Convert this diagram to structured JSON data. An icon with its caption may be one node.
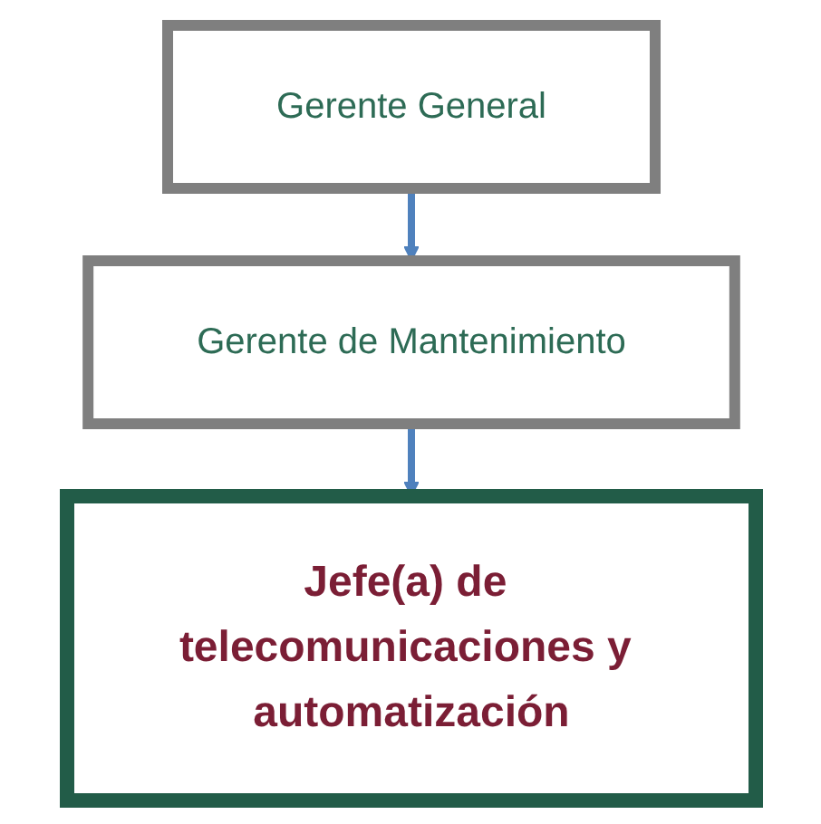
{
  "diagram": {
    "nodes": [
      {
        "text": [
          "Gerente General"
        ]
      },
      {
        "text": [
          "Gerente de Mantenimiento"
        ]
      },
      {
        "text": [
          "Jefe(a) de telecomunicaciones y automatización"
        ]
      }
    ],
    "edges": [
      {
        "from": 0,
        "to": 1,
        "arrow": "to"
      },
      {
        "from": 1,
        "to": 2,
        "arrow": "to"
      }
    ]
  }
}
